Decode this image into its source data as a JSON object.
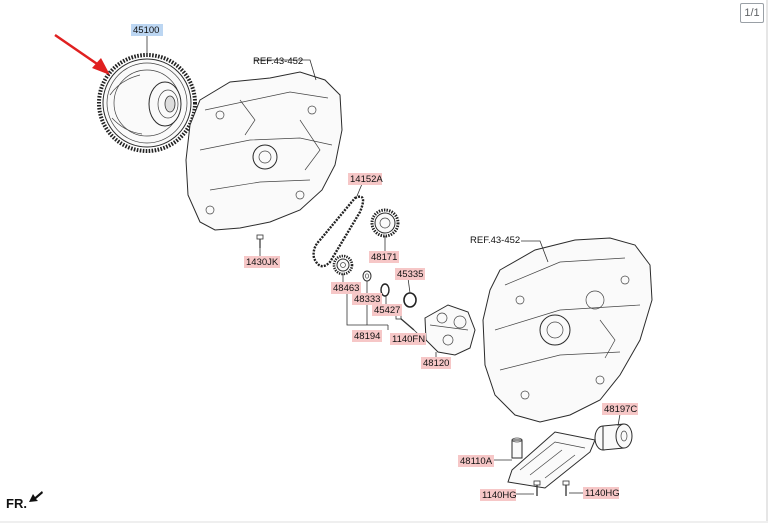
{
  "pager": {
    "label": "1/1"
  },
  "orientation": {
    "label": "FR."
  },
  "labels": {
    "torque_converter": "45100",
    "ref_upper": "REF.43-452",
    "ref_lower": "REF.43-452",
    "chain": "14152A",
    "sprocket_driven": "48171",
    "bolt_1430": "1430JK",
    "oring_45335": "45335",
    "p48463": "48463",
    "p48333": "48333",
    "p45427": "45427",
    "p48194": "48194",
    "bolt_1140fn": "1140FN",
    "oil_pump": "48120",
    "filter_cartridge": "48197C",
    "strainer": "48110A",
    "bolt_hg_left": "1140HG",
    "bolt_hg_right": "1140HG"
  },
  "colors": {
    "highlight_red": "#f6c7c7",
    "highlight_blue": "#bcd6f2",
    "arrow_red": "#e02020"
  },
  "icons": {
    "pointer": "red-arrow-icon",
    "front_direction": "front-arrow-icon"
  }
}
